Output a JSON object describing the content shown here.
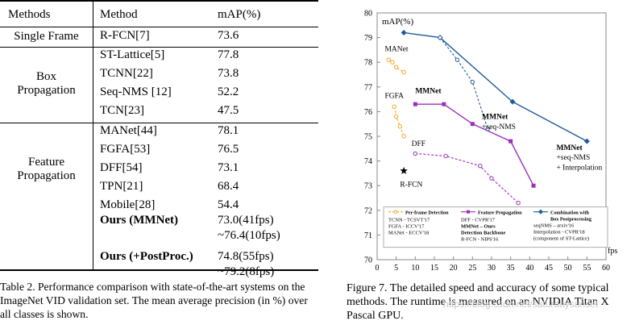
{
  "table": {
    "headers": [
      "Methods",
      "Method",
      "mAP(%)"
    ],
    "groups": [
      {
        "name_lines": [
          "Single Frame"
        ],
        "rows": [
          [
            "R-FCN[7]",
            "73.6"
          ]
        ]
      },
      {
        "name_lines": [
          "Box",
          "Propagation"
        ],
        "rows": [
          [
            "ST-Lattice[5]",
            "77.8"
          ],
          [
            "TCNN[22]",
            "73.8"
          ],
          [
            "Seq-NMS [12]",
            "52.2"
          ],
          [
            "TCN[23]",
            "47.5"
          ]
        ]
      },
      {
        "name_lines": [
          "Feature",
          "Propagation"
        ],
        "rows": [
          [
            "MANet[44]",
            "78.1"
          ],
          [
            "FGFA[53]",
            "76.5"
          ],
          [
            "DFF[54]",
            "73.1"
          ],
          [
            "TPN[21]",
            "68.4"
          ],
          [
            "Mobile[28]",
            "54.4"
          ]
        ]
      }
    ],
    "ours": [
      {
        "method": "Ours (MMNet)",
        "lines": [
          "73.0(41fps)",
          "~76.4(10fps)"
        ]
      },
      {
        "method": "Ours (+PostProc.)",
        "lines": [
          "74.8(55fps)",
          "~79.2(8fps)"
        ]
      }
    ],
    "caption_lines": [
      "Table 2. Performance comparison with state-of-the-art systems on the",
      "ImageNet VID validation set. The mean average precision (in %) over",
      "all classes is shown."
    ]
  },
  "figure": {
    "caption_lines": [
      "Figure 7.  The detailed speed and accuracy of some typical",
      "methods.  The runtime is measured on an NVIDIA Titan X",
      "Pascal GPU."
    ],
    "watermark": "https://blog.csdn.net/saturdaysunset"
  },
  "chart_data": {
    "type": "line",
    "ylabel": "mAP(%)",
    "xlabel": "fps",
    "xlim": [
      0,
      60
    ],
    "ylim": [
      70,
      80
    ],
    "x_ticks": [
      0,
      5,
      10,
      15,
      20,
      25,
      30,
      35,
      40,
      45,
      50,
      55,
      60
    ],
    "y_ticks": [
      70,
      71,
      72,
      73,
      74,
      75,
      76,
      77,
      78,
      79,
      80
    ],
    "series": [
      {
        "name": "MANet",
        "style": "dashed",
        "marker": "circle",
        "color": "#f5a623",
        "x": [
          3,
          4,
          5,
          7
        ],
        "y": [
          78.1,
          78.0,
          77.8,
          77.6
        ]
      },
      {
        "name": "FGFA",
        "style": "dashed",
        "marker": "circle",
        "color": "#f5a623",
        "x": [
          4.5,
          5,
          6,
          7
        ],
        "y": [
          76.2,
          75.8,
          75.4,
          75.0
        ]
      },
      {
        "name": "MMNet",
        "style": "solid",
        "marker": "square",
        "color": "#9b30b8",
        "x": [
          10,
          17.5,
          25,
          35,
          41
        ],
        "y": [
          76.3,
          76.3,
          75.5,
          74.8,
          73.0
        ]
      },
      {
        "name": "DFF",
        "style": "dashed",
        "marker": "circle",
        "color": "#9b30b8",
        "x": [
          10,
          18,
          27,
          30,
          37
        ],
        "y": [
          74.3,
          74.2,
          73.8,
          73.3,
          72.3
        ]
      },
      {
        "name": "MMNet +seq-NMS +Interpolation",
        "style": "solid",
        "marker": "diamond",
        "color": "#1f5c99",
        "x": [
          7,
          16.5,
          35.5,
          55
        ],
        "y": [
          79.2,
          79.0,
          76.4,
          74.8
        ]
      },
      {
        "name": "MMNet +seq-NMS",
        "style": "dashed",
        "marker": "circle",
        "color": "#1f5c99",
        "x": [
          16.5,
          21,
          25,
          29
        ],
        "y": [
          79.0,
          78.1,
          77.2,
          75.3
        ]
      }
    ],
    "points": [
      {
        "name": "R-FCN",
        "x": 7,
        "y": 73.6,
        "marker": "star",
        "color": "#000000"
      }
    ],
    "annotations": [
      {
        "text": "MANet",
        "x": 2,
        "y": 78.45
      },
      {
        "text": "FGFA",
        "x": 2,
        "y": 76.55
      },
      {
        "text": "MMNet",
        "x": 10,
        "y": 76.75,
        "bold": true
      },
      {
        "text": "DFF",
        "x": 9,
        "y": 74.6
      },
      {
        "text": "R-FCN",
        "x": 6,
        "y": 72.95
      },
      {
        "text": "MMNet",
        "x": 27.5,
        "y": 75.7,
        "bold": true
      },
      {
        "text": "+seq-NMS",
        "x": 27.5,
        "y": 75.3
      },
      {
        "text": "MMNet",
        "x": 47,
        "y": 74.45,
        "bold": true
      },
      {
        "text": "+seq-NMS",
        "x": 47,
        "y": 74.05
      },
      {
        "text": "+ Interpolation",
        "x": 47,
        "y": 73.65
      }
    ],
    "legend": {
      "placement": "bottom",
      "groups": [
        {
          "title": "Per-frame Detection",
          "color": "#f5a623",
          "style": "dashed",
          "entries": [
            "TCNN - TCSVT'17",
            "FGFA - ICCV'17",
            "MANet - ECCV'18"
          ]
        },
        {
          "title": "Feature Propagation",
          "color": "#9b30b8",
          "style": "solid",
          "entries": [
            "DFF - CVPR'17",
            "MMNet – Ours",
            "Detection Backbone",
            "R-FCN - NIPS'16"
          ]
        },
        {
          "title": "Combination with",
          "title2": "Box Postprocessing",
          "color": "#1f5c99",
          "style": "solid",
          "entries": [
            "seqNMS – arxiv'16",
            "Interpolation - CVPR'18",
            "(component of  ST-Lattice)"
          ]
        }
      ]
    }
  }
}
